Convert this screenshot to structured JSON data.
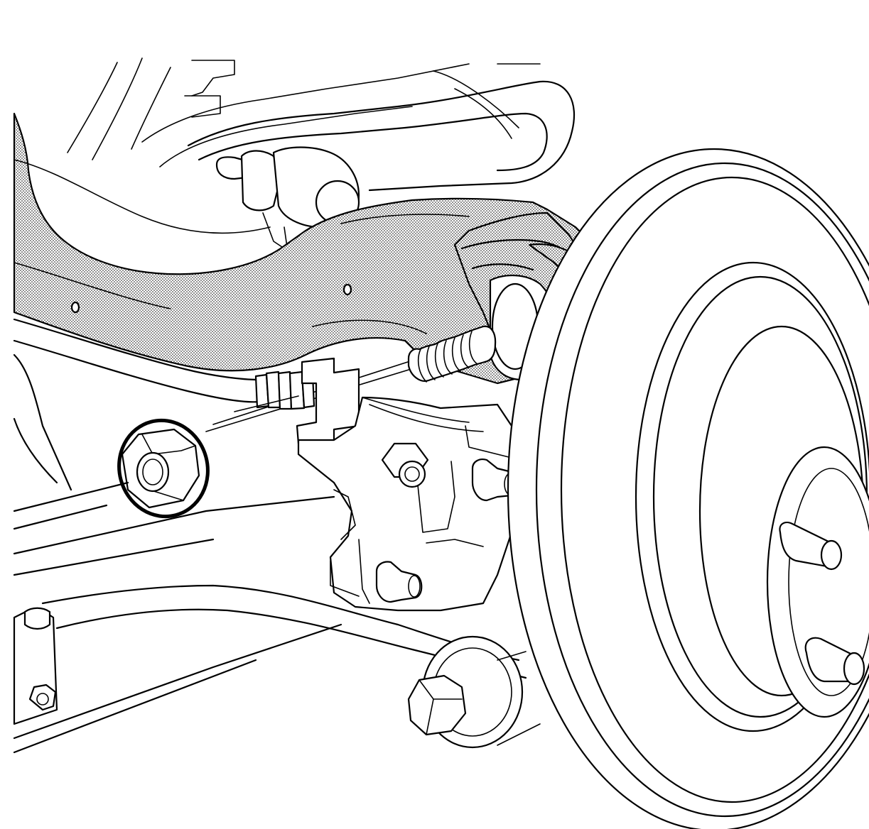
{
  "figure": {
    "background": "#ffffff",
    "line_color": "#000000",
    "shade_color": "#000000",
    "components": [
      "rear-suspension-control-arm",
      "stabilizer-bar",
      "stabilizer-link",
      "knuckle",
      "control-arm-bolt",
      "control-arm-nut",
      "brake-rotor",
      "wheel-hub",
      "wheel-studs",
      "bushing",
      "brake-hose-bracket"
    ],
    "highlighted_component": "control-arm-nut"
  }
}
